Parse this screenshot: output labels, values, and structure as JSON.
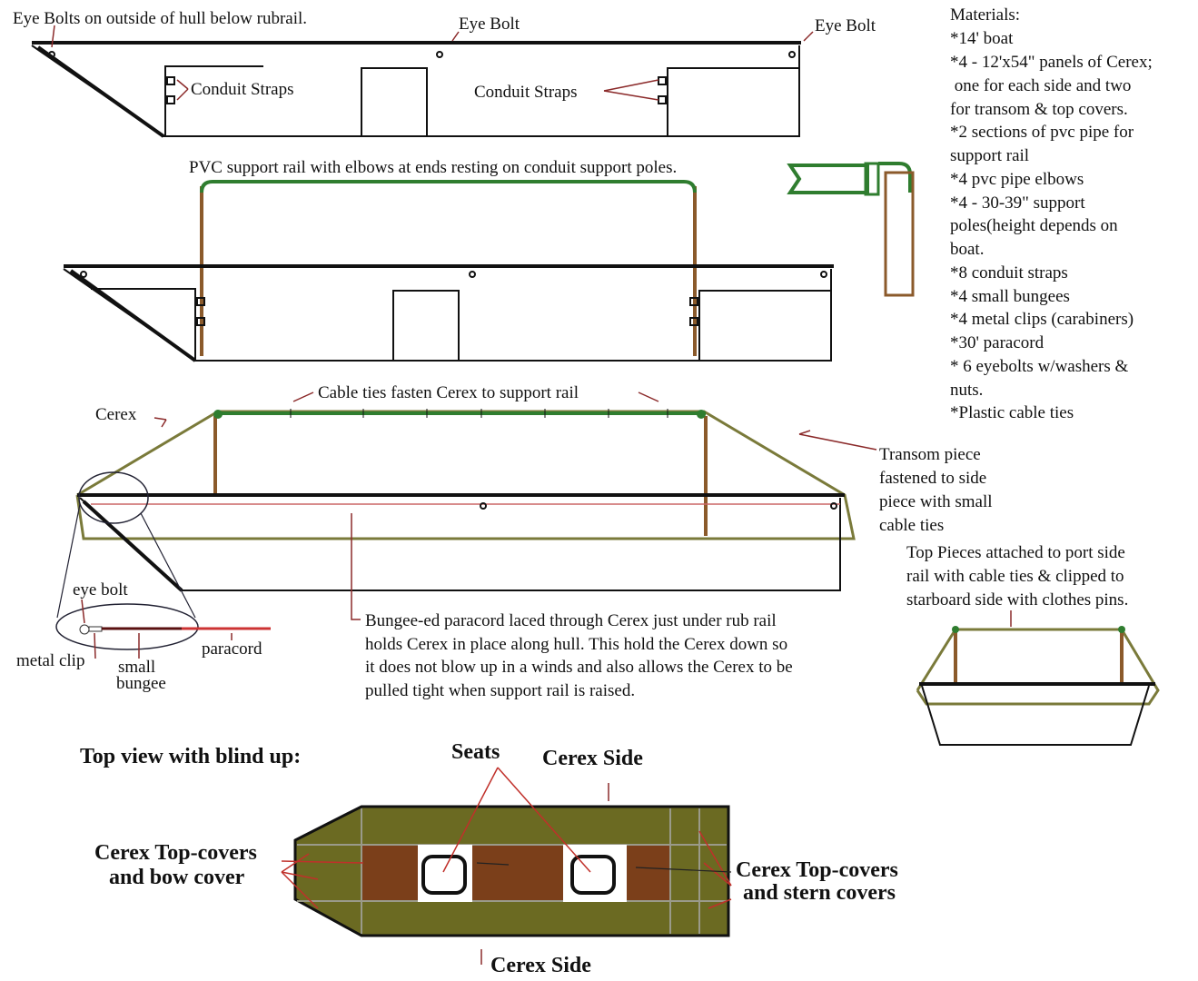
{
  "labels": {
    "eye_bolts_outside": "Eye Bolts on outside of hull below rubrail.",
    "eye_bolt_mid": "Eye Bolt",
    "eye_bolt_right": "Eye Bolt",
    "conduit_straps_left": "Conduit Straps",
    "conduit_straps_right": "Conduit Straps",
    "pvc_rail": "PVC support rail with elbows at ends resting on conduit support poles.",
    "cerex": "Cerex",
    "cable_ties": "Cable ties fasten Cerex to support rail",
    "transom": [
      "Transom piece",
      "fastened to side",
      "piece with small",
      "cable ties"
    ],
    "top_pieces": [
      "Top Pieces attached to port side",
      "rail with cable ties & clipped to",
      "starboard side with clothes pins."
    ],
    "eye_bolt_detail": "eye bolt",
    "metal_clip": "metal clip",
    "small_bungee": [
      "small",
      "bungee"
    ],
    "paracord": "paracord",
    "bungee_note": [
      "Bungee-ed paracord laced through Cerex just under rub rail",
      "holds Cerex in place along hull.  This hold the Cerex down so",
      "it does not blow up in a winds and also allows the Cerex to be",
      "pulled tight when support rail is raised."
    ],
    "top_view_title": "Top view with blind up:",
    "seats": "Seats",
    "cerex_side_top": "Cerex Side",
    "cerex_side_bottom": "Cerex Side",
    "bow_covers": [
      "Cerex Top-covers",
      "and bow cover"
    ],
    "stern_covers": [
      "Cerex Top-covers",
      "and stern covers"
    ]
  },
  "materials": {
    "title": "Materials:",
    "lines": [
      "*14' boat",
      "*4 - 12'x54\" panels of Cerex;",
      " one for each side and two",
      "for transom & top covers.",
      "*2 sections of pvc pipe for",
      "support rail",
      "*4 pvc pipe elbows",
      "*4 - 30-39\" support",
      "poles(height depends on",
      "boat.",
      "*8 conduit straps",
      "*4 small bungees",
      "*4 metal clips (carabiners)",
      "*30' paracord",
      "* 6 eyebolts w/washers &",
      "nuts.",
      "*Plastic cable ties"
    ]
  },
  "colors": {
    "cerex": "#6b6a22",
    "seat_band": "#7b3f1a",
    "pvc": "#2f7d2f",
    "pole": "#8b5a2b"
  }
}
